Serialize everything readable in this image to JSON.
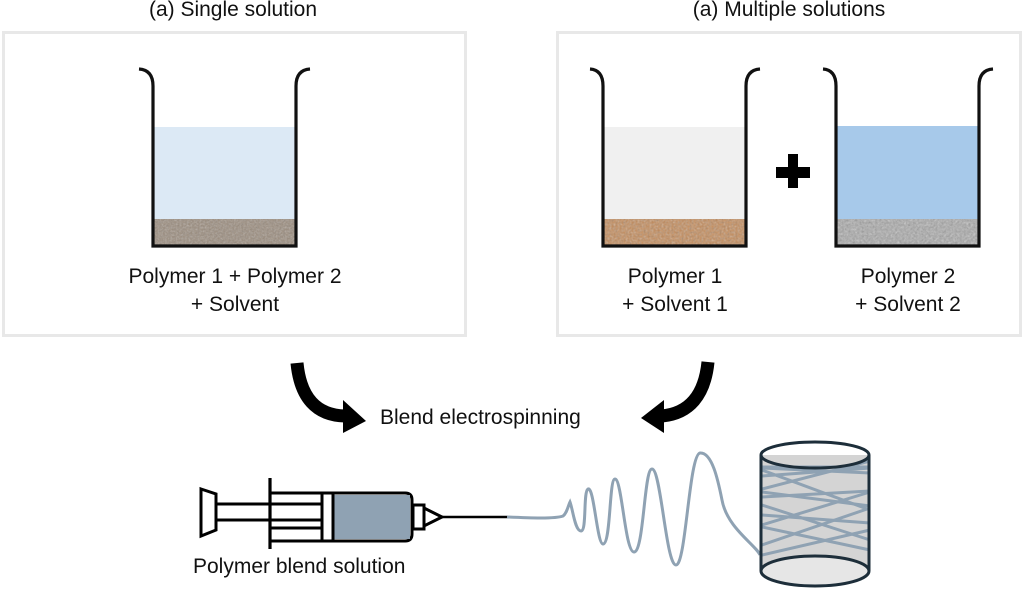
{
  "panels": {
    "single": {
      "title": "(a) Single solution",
      "beaker_label_line1": "Polymer 1 + Polymer 2",
      "beaker_label_line2": "+ Solvent",
      "colors": {
        "liquid": "#dce9f5",
        "sediment": "#9a8b7c"
      }
    },
    "multiple": {
      "title": "(a) Multiple solutions",
      "beaker1_label_line1": "Polymer 1",
      "beaker1_label_line2": "+ Solvent 1",
      "beaker2_label_line1": "Polymer 2",
      "beaker2_label_line2": "+ Solvent 2",
      "plus_symbol": "+",
      "colors": {
        "liquid1": "#f0f0f0",
        "sediment1": "#c48a58",
        "liquid2": "#a7c9ea",
        "sediment2": "#a8a8a8"
      }
    }
  },
  "process": {
    "label": "Blend electrospinning"
  },
  "syringe": {
    "label": "Polymer blend solution",
    "colors": {
      "fill": "#8fa2b3"
    }
  },
  "fiber": {
    "color": "#8fa2b3"
  },
  "collector": {
    "colors": {
      "body": "#d4d4d4",
      "outline": "#1d2e3a"
    }
  }
}
